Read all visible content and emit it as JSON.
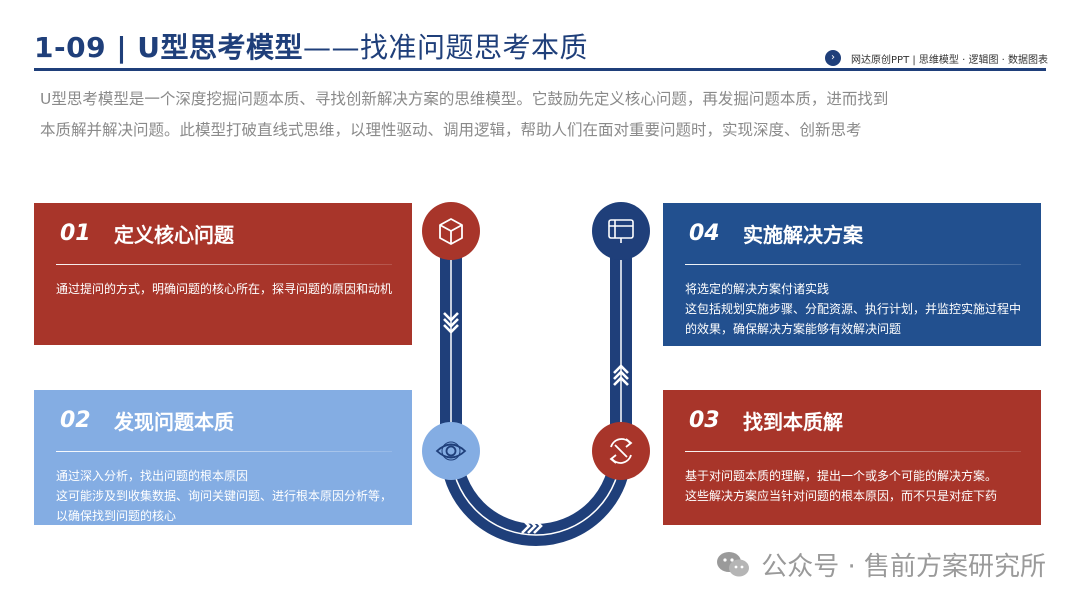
{
  "header": {
    "title_main": "1-09 | U型思考模型",
    "title_sub": "——找准问题思考本质",
    "brand": "网达原创PPT | 思维模型 · 逻辑图 · 数据图表"
  },
  "intro": {
    "line1": "U型思考模型是一个深度挖掘问题本质、寻找创新解决方案的思维模型。它鼓励先定义核心问题，再发掘问题本质，进而找到",
    "line2": "本质解并解决问题。此模型打破直线式思维，以理性驱动、调用逻辑，帮助人们在面对重要问题时，实现深度、创新思考"
  },
  "steps": [
    {
      "num": "01",
      "name": "定义核心问题",
      "desc": [
        "通过提问的方式，明确问题的核心所在，探寻问题的原因和动机"
      ],
      "color": "#a8352a",
      "icon": "cube-icon"
    },
    {
      "num": "02",
      "name": "发现问题本质",
      "desc": [
        "通过深入分析，找出问题的根本原因",
        "这可能涉及到收集数据、询问关键问题、进行根本原因分析等，以确保找到问题的核心"
      ],
      "color": "#84ade3",
      "icon": "eye-icon"
    },
    {
      "num": "03",
      "name": "找到本质解",
      "desc": [
        "基于对问题本质的理解，提出一个或多个可能的解决方案。",
        "这些解决方案应当针对问题的根本原因，而不只是对症下药"
      ],
      "color": "#a8352a",
      "icon": "cycle-icon"
    },
    {
      "num": "04",
      "name": "实施解决方案",
      "desc": [
        "将选定的解决方案付诸实践",
        "这包括规划实施步骤、分配资源、执行计划，并监控实施过程中的效果，确保解决方案能够有效解决问题"
      ],
      "color": "#22508f",
      "icon": "board-icon"
    }
  ],
  "watermark": "公众号 · 售前方案研究所",
  "colors": {
    "navy": "#1f3f7a",
    "red": "#a8352a",
    "light_blue": "#84ade3",
    "blue": "#22508f"
  }
}
